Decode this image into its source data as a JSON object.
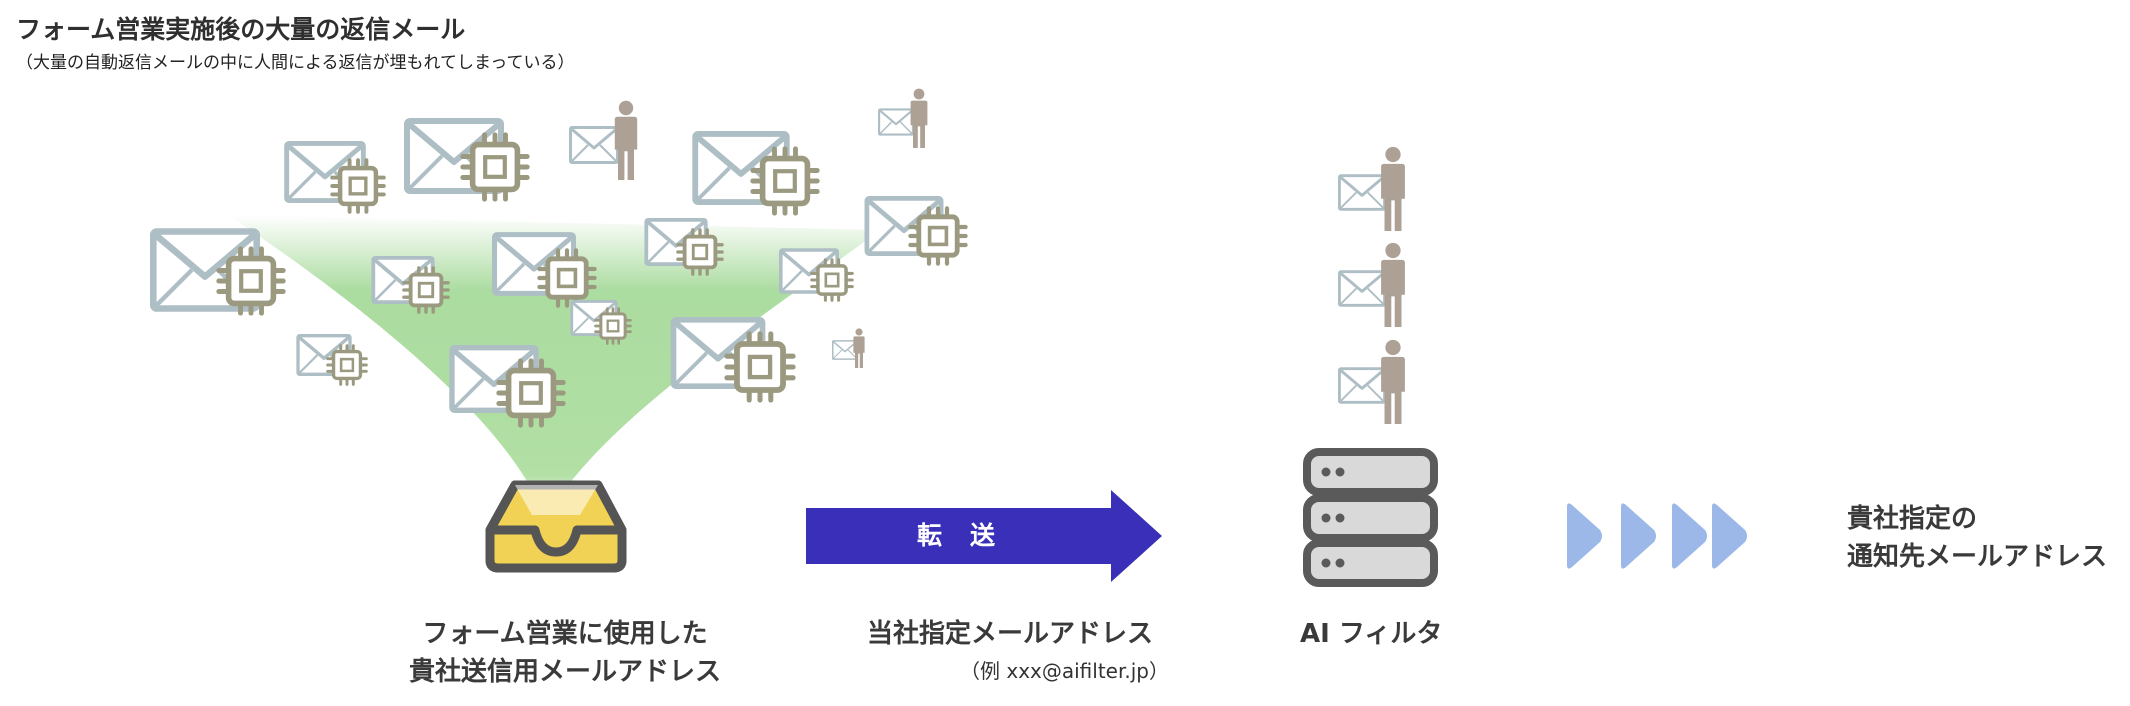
{
  "header": {
    "title": "フォーム営業実施後の大量の返信メール",
    "subtitle": "（大量の自動返信メールの中に人間による返信が埋もれてしまっている）"
  },
  "source": {
    "label_line1": "フォーム営業に使用した",
    "label_line2": "貴社送信用メールアドレス"
  },
  "transfer": {
    "label": "転送"
  },
  "target": {
    "label": "当社指定メールアドレス",
    "example": "（例 xxx@aifilter.jp）"
  },
  "filter": {
    "label": "AI フィルタ"
  },
  "destination": {
    "label_line1": "貴社指定の",
    "label_line2": "通知先メールアドレス"
  },
  "colors": {
    "envelope": "#aebec5",
    "chip": "#9b9a80",
    "person": "#aca194",
    "funnel_green": "#8fd080",
    "tray_yellow": "#f2d254",
    "tray_gray": "#555555",
    "arrow_blue": "#3a2fb8",
    "chevron_blue": "#9cb8e8",
    "server_gray": "#5a5a5a"
  },
  "icons": {
    "auto_reply": "envelope-chip-icon",
    "human_reply": "envelope-person-icon",
    "inbox": "inbox-tray-icon",
    "server": "server-icon",
    "chevron": "chevron-right-icon"
  }
}
